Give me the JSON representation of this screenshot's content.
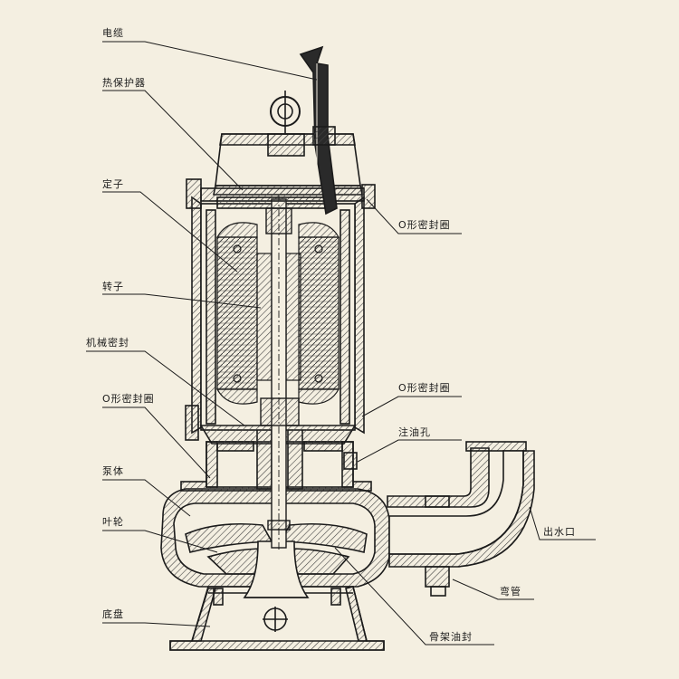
{
  "background": "#f4efe1",
  "line_color": "#1b1b1b",
  "hatch_color": "#444444",
  "labels": {
    "cable": "电缆",
    "thermal_protector": "热保护器",
    "stator": "定子",
    "rotor": "转子",
    "mechanical_seal": "机械密封",
    "o_ring_left": "O形密封圈",
    "pump_body": "泵体",
    "impeller": "叶轮",
    "base_plate": "底盘",
    "o_ring_right_top": "O形密封圈",
    "o_ring_right_mid": "O形密封圈",
    "oil_filling_hole": "注油孔",
    "outlet": "出水口",
    "elbow": "弯管",
    "skeleton_oil_seal": "骨架油封"
  }
}
